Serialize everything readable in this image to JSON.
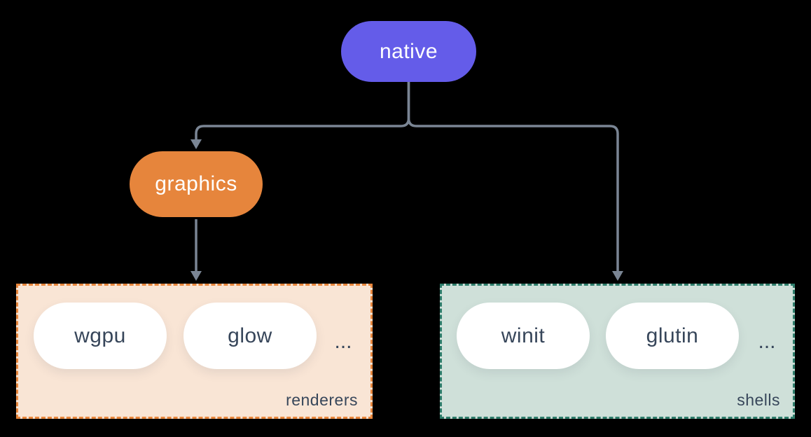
{
  "nodes": {
    "native": {
      "label": "native"
    },
    "graphics": {
      "label": "graphics"
    }
  },
  "groups": {
    "renderers": {
      "label": "renderers",
      "items": [
        "wgpu",
        "glow"
      ],
      "ellipsis": "..."
    },
    "shells": {
      "label": "shells",
      "items": [
        "winit",
        "glutin"
      ],
      "ellipsis": "..."
    }
  },
  "edges": [
    {
      "from": "native",
      "to": "graphics"
    },
    {
      "from": "native",
      "to": "shells"
    },
    {
      "from": "graphics",
      "to": "renderers"
    }
  ],
  "colors": {
    "background": "#000000",
    "edge": "#7A8594",
    "native_fill": "#645CE9",
    "graphics_fill": "#E6853C",
    "node_text": "#FFFFFF",
    "renderers_fill": "#F9E5D5",
    "renderers_border": "#E8863C",
    "shells_fill": "#CFE0D9",
    "shells_border": "#2E7D6B",
    "item_fill": "#FFFFFF",
    "dark_text": "#37465A"
  }
}
